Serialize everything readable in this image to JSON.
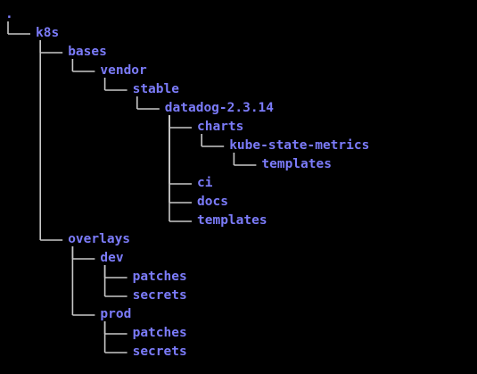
{
  "colors": {
    "background": "#000000",
    "directory_text": "#7b7bf9",
    "tree_lines": "#c8c8c8"
  },
  "tree": [
    {
      "name": ".",
      "depth": -1,
      "last": true
    },
    {
      "name": "k8s",
      "depth": 0,
      "last": true
    },
    {
      "name": "bases",
      "depth": 1,
      "last": false
    },
    {
      "name": "vendor",
      "depth": 2,
      "last": true
    },
    {
      "name": "stable",
      "depth": 3,
      "last": true
    },
    {
      "name": "datadog-2.3.14",
      "depth": 4,
      "last": true
    },
    {
      "name": "charts",
      "depth": 5,
      "last": false
    },
    {
      "name": "kube-state-metrics",
      "depth": 6,
      "last": true
    },
    {
      "name": "templates",
      "depth": 7,
      "last": true
    },
    {
      "name": "ci",
      "depth": 5,
      "last": false
    },
    {
      "name": "docs",
      "depth": 5,
      "last": false
    },
    {
      "name": "templates",
      "depth": 5,
      "last": true
    },
    {
      "name": "overlays",
      "depth": 1,
      "last": true
    },
    {
      "name": "dev",
      "depth": 2,
      "last": false
    },
    {
      "name": "patches",
      "depth": 3,
      "last": false
    },
    {
      "name": "secrets",
      "depth": 3,
      "last": true
    },
    {
      "name": "prod",
      "depth": 2,
      "last": true
    },
    {
      "name": "patches",
      "depth": 3,
      "last": false
    },
    {
      "name": "secrets",
      "depth": 3,
      "last": true
    }
  ]
}
